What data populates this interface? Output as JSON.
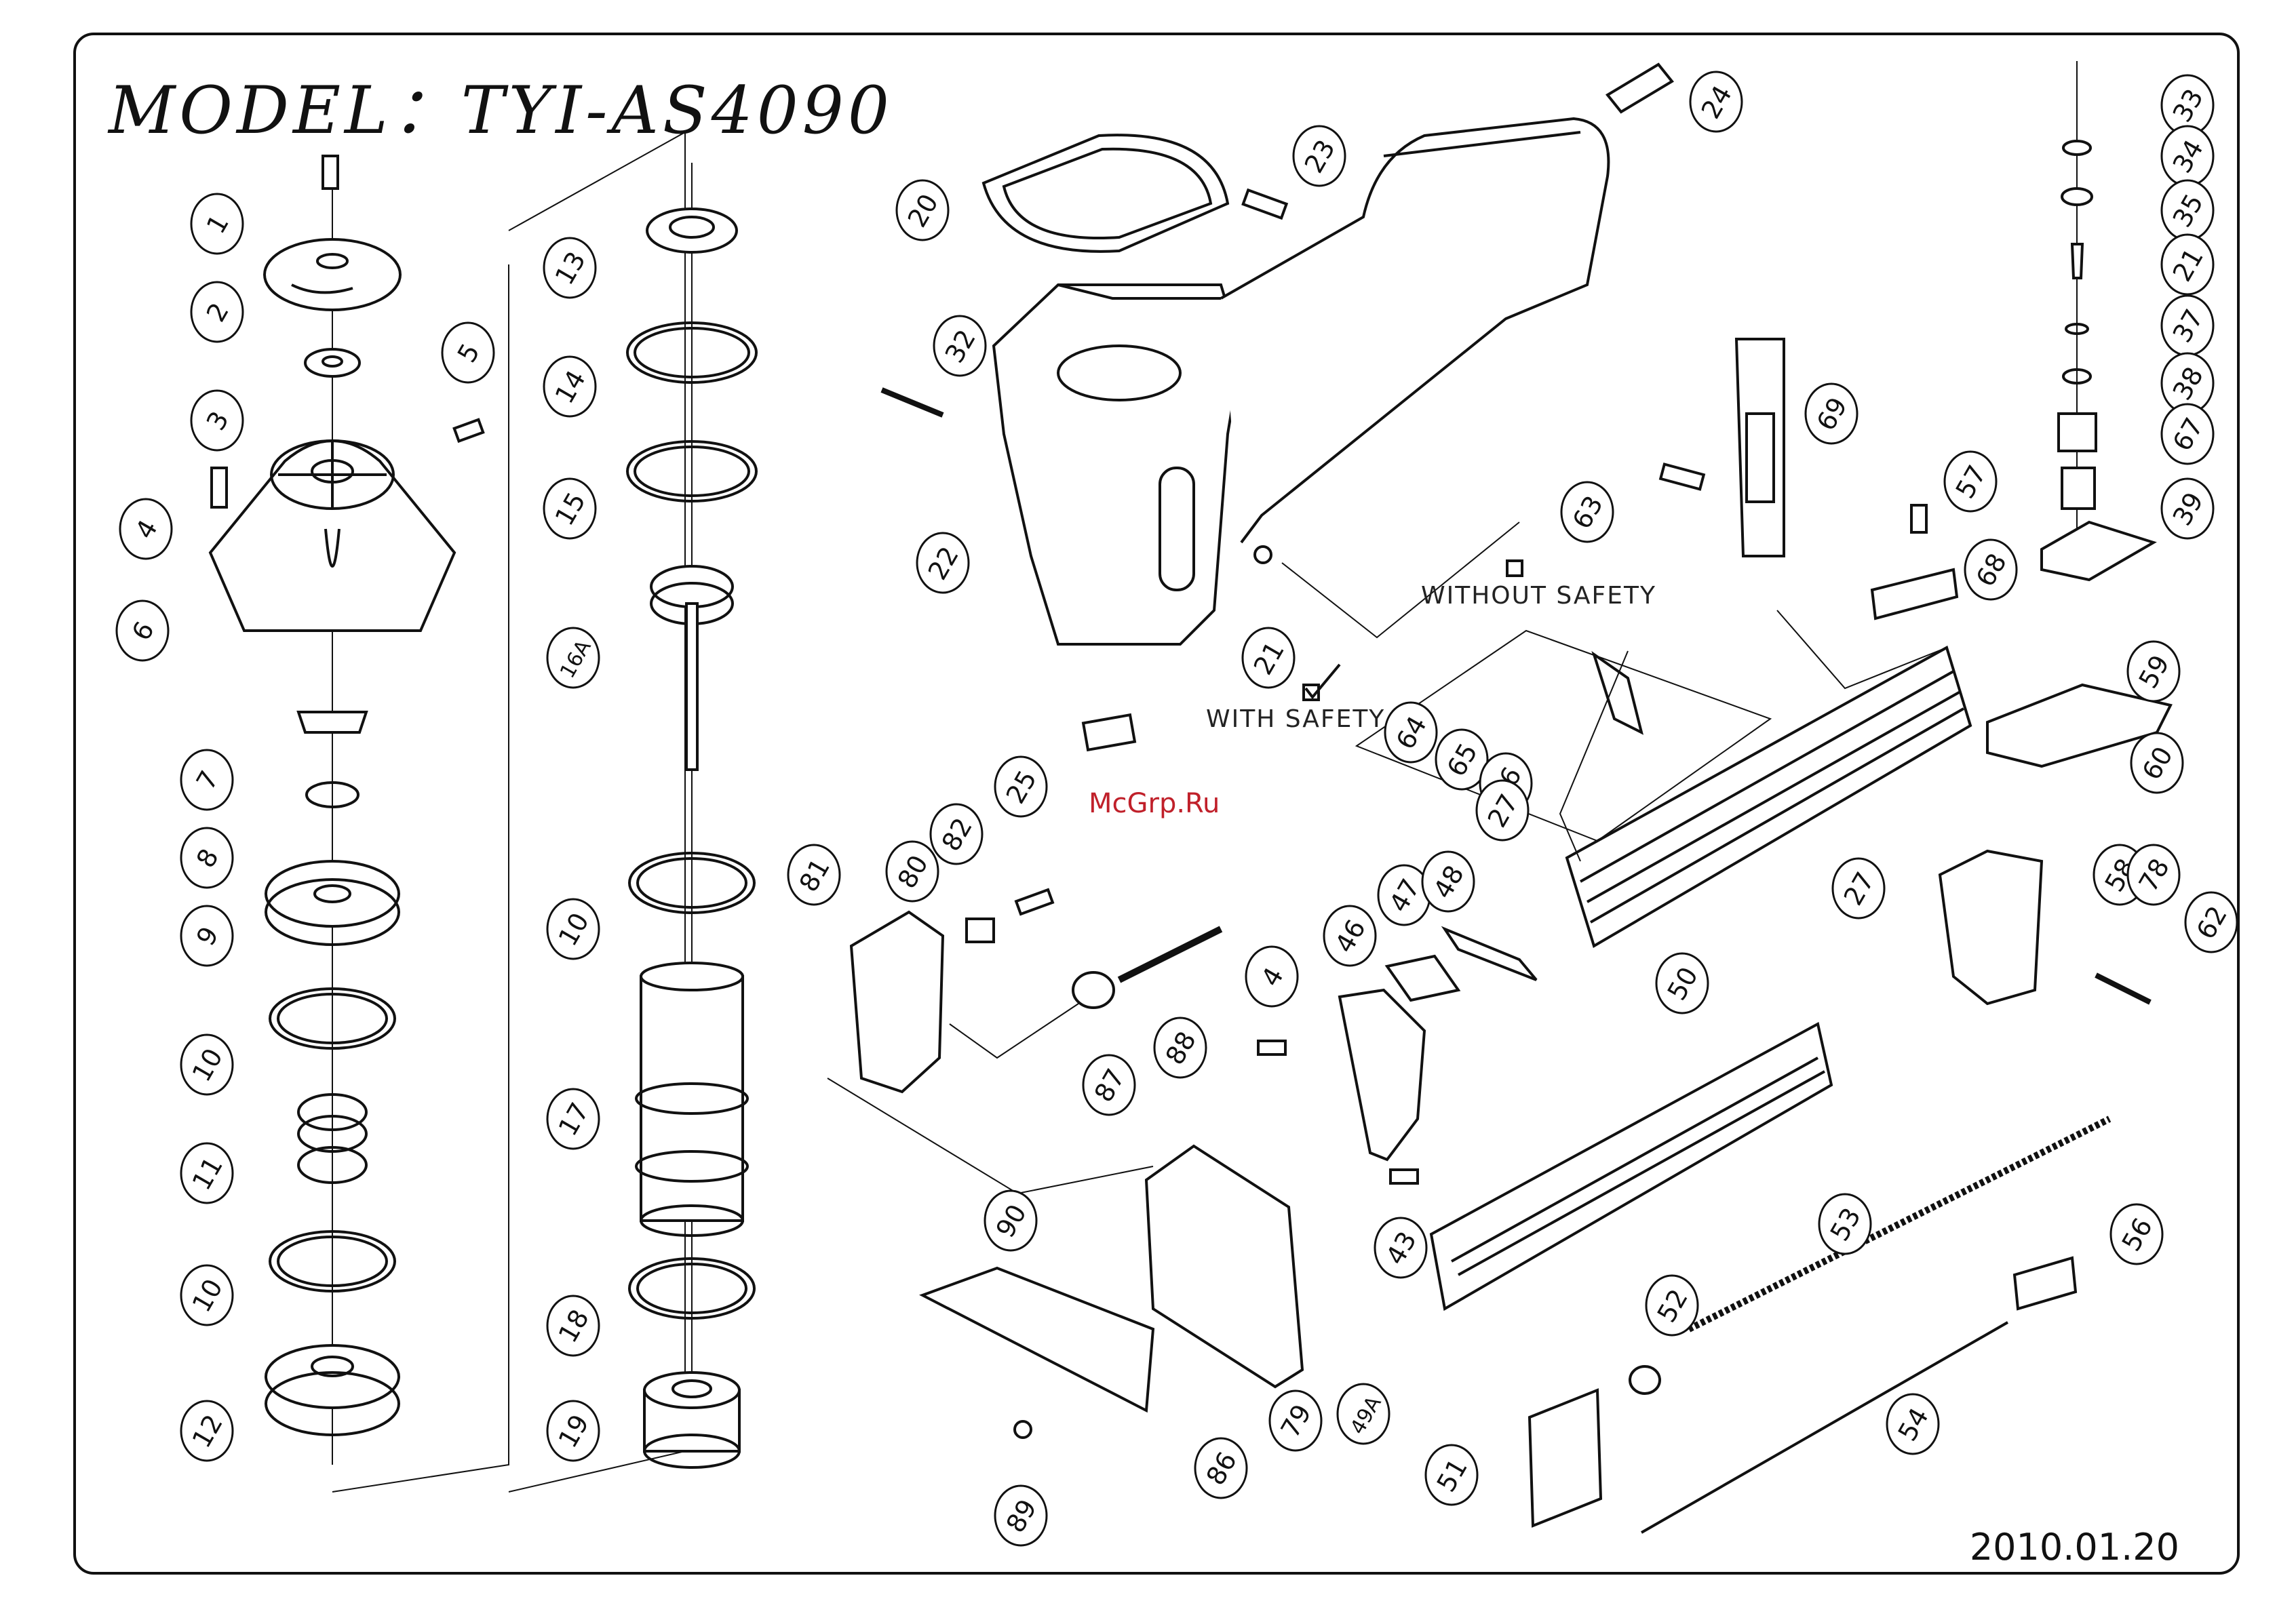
{
  "title": "MODEL：TYI-AS4090",
  "date": "2010.01.20",
  "watermark": "McGrp.Ru",
  "notes": {
    "without_safety": "WITHOUT SAFETY",
    "with_safety": "WITH SAFETY"
  },
  "part_labels": [
    "1",
    "2",
    "3",
    "4",
    "5",
    "6",
    "7",
    "8",
    "9",
    "10",
    "11",
    "10",
    "12",
    "13",
    "14",
    "15",
    "16A",
    "10",
    "17",
    "18",
    "19",
    "20",
    "22",
    "23",
    "24",
    "25",
    "32",
    "21",
    "81",
    "80",
    "82",
    "87",
    "88",
    "90",
    "86",
    "79",
    "89",
    "4",
    "46",
    "47",
    "48",
    "43",
    "49A",
    "50",
    "51",
    "52",
    "53",
    "54",
    "56",
    "27",
    "58",
    "59",
    "60",
    "62",
    "78",
    "33",
    "34",
    "35",
    "21",
    "37",
    "38",
    "67",
    "39",
    "57",
    "68",
    "63",
    "69",
    "64",
    "65",
    "66",
    "27"
  ]
}
